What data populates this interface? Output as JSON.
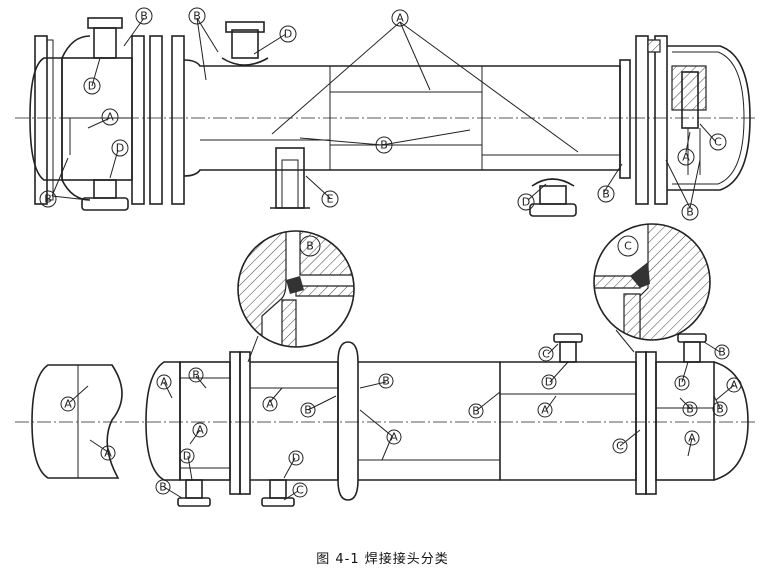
{
  "figure": {
    "caption": "图 4-1   焊接接头分类"
  },
  "labels": {
    "A": "A",
    "B": "B",
    "C": "C",
    "D": "D",
    "E": "E"
  }
}
